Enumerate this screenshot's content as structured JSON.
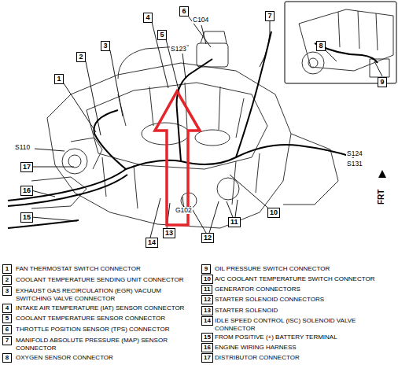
{
  "diagram": {
    "labels": [
      "1",
      "2",
      "3",
      "4",
      "5",
      "6",
      "C104",
      "7",
      "S123",
      "8",
      "9",
      "S124",
      "S131",
      "FRT",
      "S110",
      "17",
      "16",
      "15",
      "10",
      "11",
      "G102",
      "12",
      "13",
      "14",
      "1",
      "FAN THERMOSTAT SWITCH CONNECTOR",
      "2",
      "COOLANT TEMPERATURE SENDING UNIT CONNECTOR",
      "3",
      "EXHAUST GAS RECIRCULATION (EGR) VACUUM SWITCHING VALVE CONNECTOR",
      "4",
      "INTAKE AIR TEMPERATURE (IAT) SENSOR CONNECTOR",
      "5",
      "COOLANT TEMPERATURE SENSOR CONNECTOR",
      "6",
      "THROTTLE POSITION SENSOR (TPS) CONNECTOR",
      "7",
      "MANIFOLD ABSOLUTE PRESSURE (MAP) SENSOR CONNECTOR",
      "8",
      "OXYGEN SENSOR CONNECTOR",
      "9",
      "OIL PRESSURE SWITCH CONNECTOR",
      "10",
      "A/C COOLANT TEMPERATURE SWITCH CONNECTOR",
      "11",
      "GENERATOR CONNECTORS",
      "12",
      "STARTER SOLENOID CONNECTORS",
      "13",
      "STARTER SOLENOID",
      "14",
      "IDLE SPEED CONTROL (ISC) SOLENOID VALVE CONNECTOR",
      "15",
      "FROM POSITIVE (+) BATTERY TERMINAL",
      "16",
      "ENGINE WIRING HARNESS",
      "17",
      "DISTRIBUTOR CONNECTOR"
    ]
  }
}
